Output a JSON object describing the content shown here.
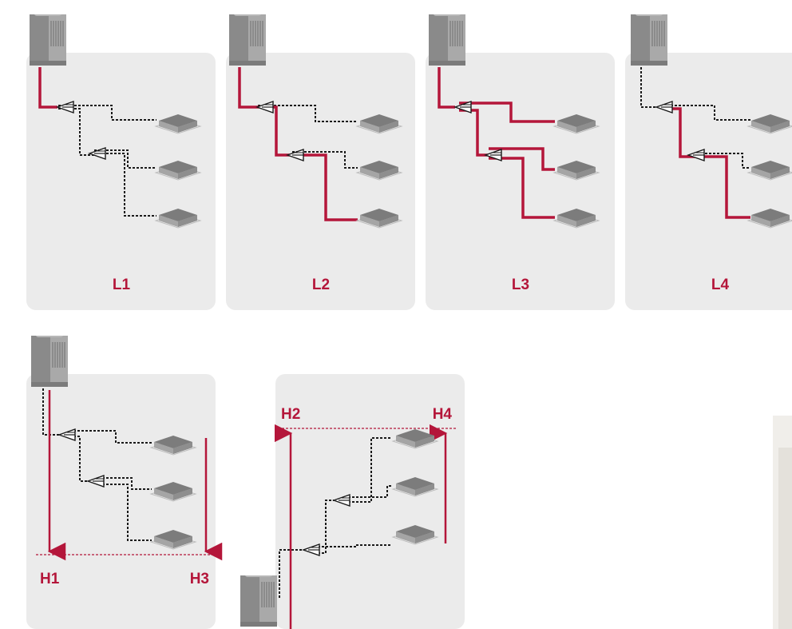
{
  "colors": {
    "accent": "#b4163a",
    "panel": "#ebebeb",
    "pipe_dotted": "#1a1a1a"
  },
  "panels": [
    {
      "label": "L1"
    },
    {
      "label": "L2"
    },
    {
      "label": "L3"
    },
    {
      "label": "L4"
    },
    {
      "label_left": "H1",
      "label_right": "H3"
    },
    {
      "label_left": "H2",
      "label_right": "H4"
    }
  ],
  "icons": {
    "outdoor_unit": "outdoor-unit-icon",
    "indoor_unit": "cassette-indoor-unit-icon",
    "branch": "refnet-branch-icon"
  }
}
